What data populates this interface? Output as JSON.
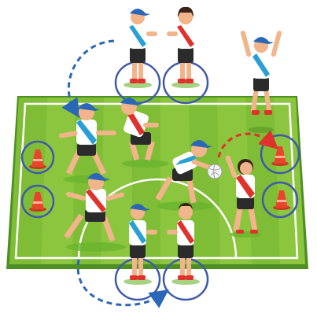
{
  "scene": {
    "description_free": true,
    "colors": {
      "field_light": "#8cc63f",
      "field_dark": "#6ab42e",
      "field_edge": "#4e8f24",
      "line": "#ffffff",
      "circle": "#3f5aa8",
      "cone": "#e8452c",
      "arrow_blue": "#2a67b7",
      "arrow_red": "#e0322c",
      "jersey_white": "#ffffff",
      "sash_red": "#e0322c",
      "sash_blue": "#2a9fd6",
      "shorts": "#2b2b2b",
      "cap": "#2a67b7",
      "skin": "#f2b48a",
      "hair": "#3a2418"
    },
    "icons": [
      "soccer-field",
      "traffic-cone",
      "volleyball",
      "dashed-arrow"
    ]
  }
}
